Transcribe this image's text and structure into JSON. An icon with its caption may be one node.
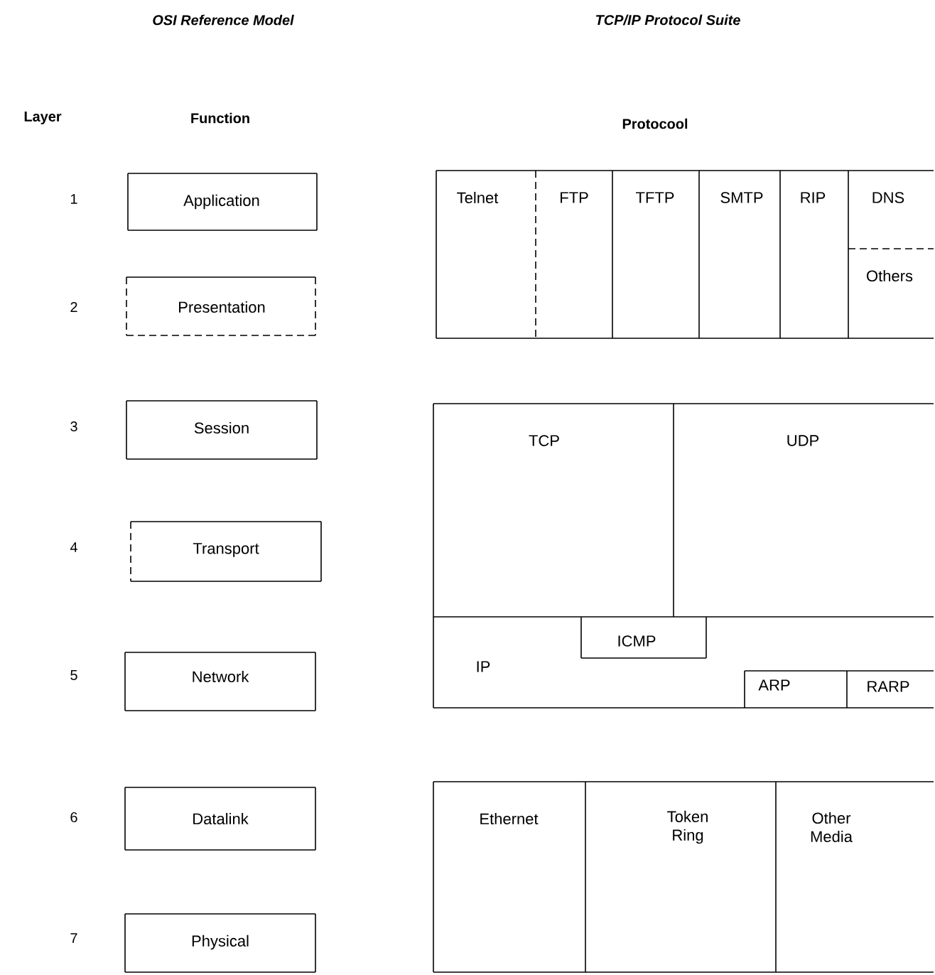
{
  "diagram": {
    "nodes": [
      {
        "text": [
          "Application"
        ]
      },
      {
        "text": [
          "Presentation"
        ]
      },
      {
        "text": [
          "Session"
        ]
      },
      {
        "text": [
          "Transport"
        ]
      },
      {
        "text": [
          "Network"
        ]
      },
      {
        "text": [
          "Datalink"
        ]
      },
      {
        "text": [
          "Physical"
        ]
      },
      {
        "text": [
          "Telnet"
        ]
      },
      {
        "text": [
          "FTP"
        ]
      },
      {
        "text": [
          "TFTP"
        ]
      },
      {
        "text": [
          "SMTP"
        ]
      },
      {
        "text": [
          "RIP"
        ]
      },
      {
        "text": [
          "DNS"
        ]
      },
      {
        "text": [
          "Others"
        ]
      },
      {
        "text": [
          "TCP"
        ]
      },
      {
        "text": [
          "UDP"
        ]
      },
      {
        "text": [
          "IP"
        ]
      },
      {
        "text": [
          "ICMP"
        ],
        "in": 16
      },
      {
        "text": [
          "ARP"
        ],
        "in": 16
      },
      {
        "text": [
          "RARP"
        ],
        "in": 16
      },
      {
        "text": [
          "Ethernet"
        ]
      },
      {
        "text": [
          "Token Ring"
        ]
      },
      {
        "text": [
          "Other Media"
        ]
      }
    ],
    "edges": [],
    "labels": [
      "OSI Reference Model",
      "TCP/IP Protocol Suite",
      "Layer",
      "Function",
      "Protocool",
      "1",
      "2",
      "3",
      "4",
      "5",
      "6",
      "7"
    ]
  }
}
